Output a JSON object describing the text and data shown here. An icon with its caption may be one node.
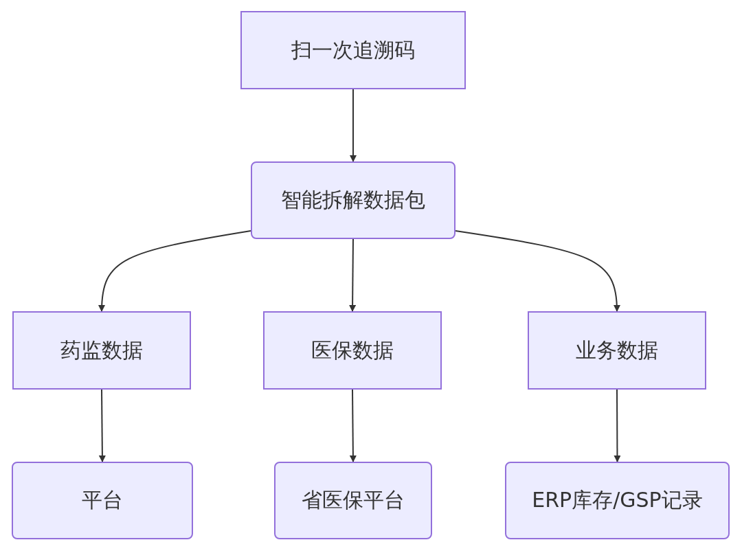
{
  "diagram": {
    "nodes": [
      {
        "text": [
          "扫一次追溯码"
        ]
      },
      {
        "text": [
          "智能拆解数据包"
        ]
      },
      {
        "text": [
          "药监数据"
        ]
      },
      {
        "text": [
          "医保数据"
        ]
      },
      {
        "text": [
          "业务数据"
        ]
      },
      {
        "text": [
          "平台"
        ]
      },
      {
        "text": [
          "省医保平台"
        ]
      },
      {
        "text": [
          "ERP库存/GSP记录"
        ]
      }
    ],
    "edges": [
      {
        "from": 0,
        "to": 1,
        "arrow": "to"
      },
      {
        "from": 1,
        "to": 2,
        "arrow": "to"
      },
      {
        "from": 1,
        "to": 3,
        "arrow": "to"
      },
      {
        "from": 1,
        "to": 4,
        "arrow": "to"
      },
      {
        "from": 2,
        "to": 5,
        "arrow": "to"
      },
      {
        "from": 3,
        "to": 6,
        "arrow": "to"
      },
      {
        "from": 4,
        "to": 7,
        "arrow": "to"
      }
    ]
  }
}
